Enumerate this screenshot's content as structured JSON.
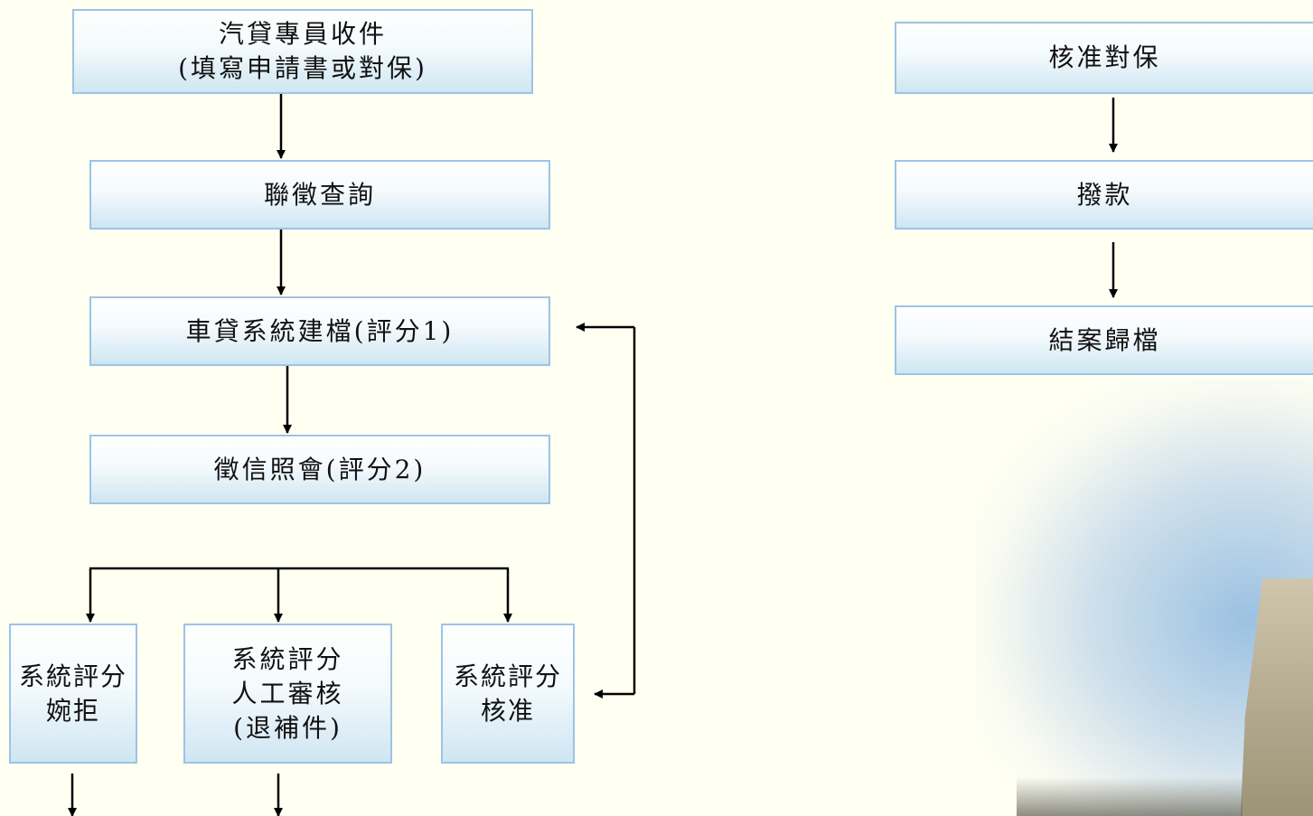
{
  "nodes": {
    "receive": "汽貸專員收件\n(填寫申請書或對保)",
    "credit_query": "聯徵查詢",
    "system_file": "車貸系統建檔(評分1)",
    "credit_check": "徵信照會(評分2)",
    "reject": "系統評分\n婉拒",
    "manual_review": "系統評分\n人工審核\n(退補件)",
    "approve": "系統評分\n核准",
    "approve_guarantee": "核准對保",
    "disburse": "撥款",
    "close_file": "結案歸檔"
  },
  "colors": {
    "background": "#fffff2",
    "box_border": "#9cc3e6",
    "box_fill_bottom": "#cfe6f2",
    "arrow": "#000000"
  }
}
